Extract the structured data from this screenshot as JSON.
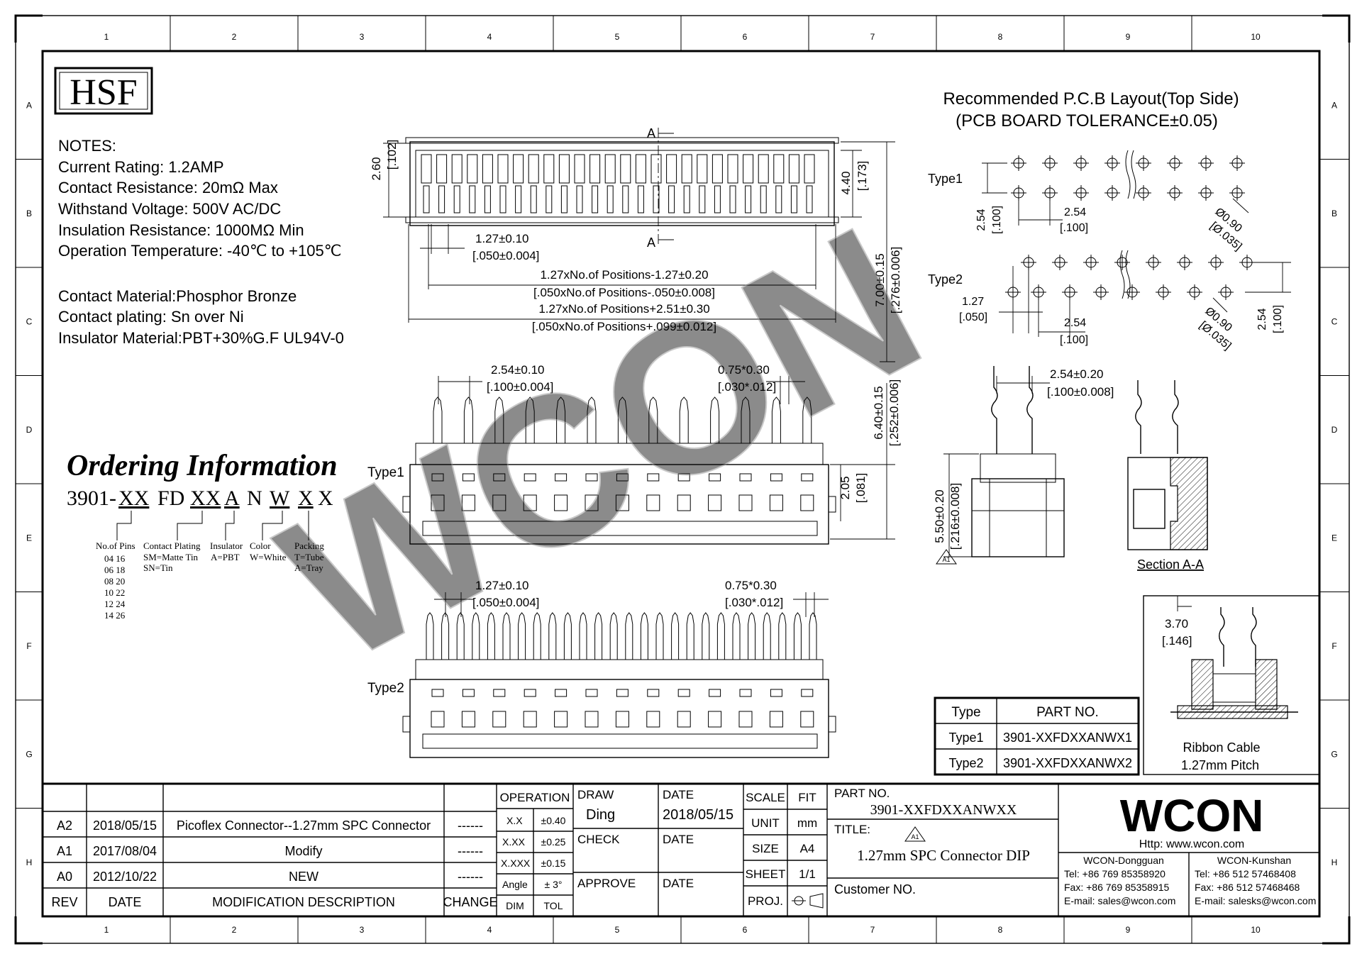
{
  "border": {
    "columns": [
      "1",
      "2",
      "3",
      "4",
      "5",
      "6",
      "7",
      "8",
      "9",
      "10"
    ],
    "rows": [
      "A",
      "B",
      "C",
      "D",
      "E",
      "F",
      "G",
      "H"
    ]
  },
  "logo_text": "HSF",
  "notes": {
    "heading": "NOTES:",
    "lines": [
      "Current Rating: 1.2AMP",
      "Contact Resistance: 20mΩ Max",
      "Withstand Voltage: 500V AC/DC",
      "Insulation Resistance: 1000MΩ Min",
      "Operation Temperature: -40℃ to +105℃"
    ],
    "materials": [
      "Contact Material:Phosphor Bronze",
      "Contact plating: Sn over Ni",
      "Insulator Material:PBT+30%G.F UL94V-0"
    ]
  },
  "ordering": {
    "title": "Ordering Information",
    "code_parts": [
      "3901-",
      "XX",
      "FD",
      "XX",
      "A",
      "N",
      "W",
      "X",
      "X"
    ],
    "labels": [
      "No.of Pins",
      "Contact Plating",
      "Insulator",
      "Color",
      "Packing"
    ],
    "pins": [
      "04  16",
      "06  18",
      "08  20",
      "10  22",
      "12  24",
      "14  26"
    ],
    "plating": [
      "SM=Matte Tin",
      "SN=Tin"
    ],
    "insulator": "A=PBT",
    "color": "W=White",
    "packing": [
      "T=Tube",
      "A=Tray"
    ]
  },
  "top_view": {
    "section_mark": "A",
    "dims": {
      "height_left": "2.60",
      "height_left_in": "[.102]",
      "height_right": "4.40",
      "height_right_in": "[.173]",
      "total": "7.00±0.15",
      "total_in": "[.276±0.006]",
      "pitch": "1.27±0.10",
      "pitch_in": "[.050±0.004]",
      "length1": "1.27xNo.of  Positions-1.27±0.20",
      "length1_in": "[.050xNo.of  Positions-.050±0.008]",
      "length2": "1.27xNo.of  Positions+2.51±0.30",
      "length2_in": "[.050xNo.of  Positions+.099±0.012]"
    }
  },
  "type1_view": {
    "label": "Type1",
    "dims": {
      "pitch": "2.54±0.10",
      "pitch_in": "[.100±0.004]",
      "pin": "0.75*0.30",
      "pin_in": "[.030*.012]",
      "height": "6.40±0.15",
      "height_in": "[.252±0.006]",
      "body": "2.05",
      "body_in": "[.081]"
    }
  },
  "type2_view": {
    "label": "Type2",
    "dims": {
      "pitch": "1.27±0.10",
      "pitch_in": "[.050±0.004]",
      "pin": "0.75*0.30",
      "pin_in": "[.030*.012]"
    }
  },
  "pcb": {
    "title": "Recommended  P.C.B  Layout(Top  Side)",
    "subtitle": "(PCB  BOARD  TOLERANCE±0.05)",
    "type1_label": "Type1",
    "type2_label": "Type2",
    "t1_v": "2.54",
    "t1_v_in": "[.100]",
    "t1_h": "2.54",
    "t1_h_in": "[.100]",
    "t1_hole": "Ø0.90",
    "t1_hole_in": "[Ø.035]",
    "t2_a": "1.27",
    "t2_a_in": "[.050]",
    "t2_h": "2.54",
    "t2_h_in": "[.100]",
    "t2_hole": "Ø0.90",
    "t2_hole_in": "[Ø.035]",
    "t2_v": "2.54",
    "t2_v_in": "[.100]"
  },
  "side_view": {
    "pitch": "2.54±0.20",
    "pitch_in": "[.100±0.008]",
    "height": "5.50±0.20",
    "height_in": "[.216±0.008]",
    "rev_mark": "A1",
    "section_label": "Section  A-A"
  },
  "cable_view": {
    "dim": "3.70",
    "dim_in": "[.146]",
    "caption1": "Ribbon  Cable",
    "caption2": "1.27mm  Pitch"
  },
  "part_table": {
    "headers": [
      "Type",
      "PART  NO."
    ],
    "rows": [
      [
        "Type1",
        "3901-XXFDXXANWX1"
      ],
      [
        "Type2",
        "3901-XXFDXXANWX2"
      ]
    ]
  },
  "title_block": {
    "revisions": [
      {
        "rev": "A2",
        "date": "2018/05/15",
        "desc": "Picoflex  Connector--1.27mm  SPC  Connector",
        "change": "------"
      },
      {
        "rev": "A1",
        "date": "2017/08/04",
        "desc": "Modify",
        "change": "------"
      },
      {
        "rev": "A0",
        "date": "2012/10/22",
        "desc": "NEW",
        "change": "------"
      }
    ],
    "rev_header": [
      "REV",
      "DATE",
      "MODIFICATION  DESCRIPTION",
      "CHANGE"
    ],
    "operation": "OPERATION",
    "tolerances": [
      [
        "X.X",
        "±0.40"
      ],
      [
        "X.XX",
        "±0.25"
      ],
      [
        "X.XXX",
        "±0.15"
      ],
      [
        "Angle",
        "± 3°"
      ]
    ],
    "dim_tol": [
      "DIM",
      "TOL"
    ],
    "draw_label": "DRAW",
    "draw_by": "Ding",
    "check_label": "CHECK",
    "approve_label": "APPROVE",
    "date_label": "DATE",
    "draw_date": "2018/05/15",
    "scale_label": "SCALE",
    "scale": "FIT",
    "unit_label": "UNIT",
    "unit": "mm",
    "size_label": "SIZE",
    "size": "A4",
    "sheet_label": "SHEET",
    "sheet": "1/1",
    "proj_label": "PROJ.",
    "part_label": "PART  NO.",
    "part_no": "3901-XXFDXXANWXX",
    "title_label": "TITLE:",
    "title_mark": "A1",
    "title": "1.27mm  SPC  Connector  DIP",
    "customer_label": "Customer  NO.",
    "company": "WCON",
    "website": "Http:  www.wcon.com",
    "dongguan": [
      "WCON-Dongguan",
      "Tel: +86  769  85358920",
      "Fax: +86  769  85358915",
      "E-mail:  sales@wcon.com"
    ],
    "kunshan": [
      "WCON-Kunshan",
      "Tel: +86  512  57468408",
      "Fax: +86  512  57468468",
      "E-mail:  salesks@wcon.com"
    ]
  },
  "watermark": "WCON"
}
